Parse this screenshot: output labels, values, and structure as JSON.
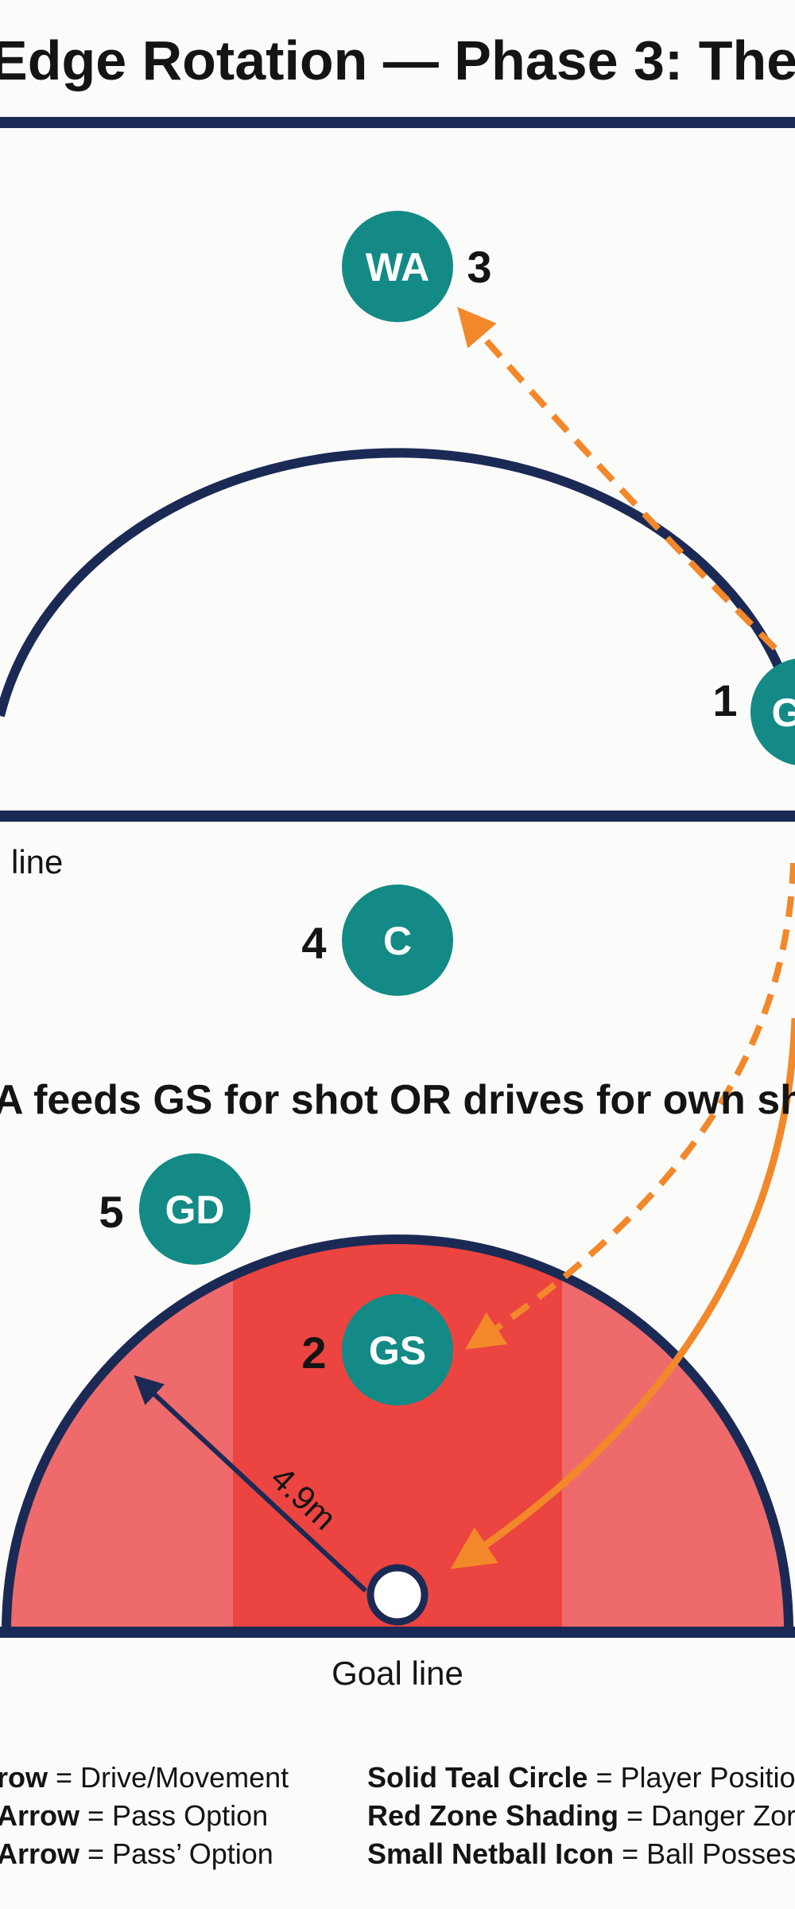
{
  "title": "Edge Rotation — Phase 3: The",
  "transverse_line_label": "line",
  "caption": "A feeds GS for shot OR drives for own sh",
  "measurement_label": "4.9m",
  "goal_line_label": "Goal line",
  "players": [
    {
      "role": "WA",
      "number": "3"
    },
    {
      "role": "G",
      "number": "1"
    },
    {
      "role": "C",
      "number": "4"
    },
    {
      "role": "GD",
      "number": "5"
    },
    {
      "role": "GS",
      "number": "2"
    }
  ],
  "legend": {
    "left": [
      {
        "key": "row",
        "desc": "= Drive/Movement"
      },
      {
        "key": "Arrow",
        "desc": "= Pass Option"
      },
      {
        "key": "Arrow",
        "desc": "= Pass’ Option"
      }
    ],
    "right": [
      {
        "key": "Solid Teal Circle",
        "desc": "= Player Positio"
      },
      {
        "key": "Red Zone Shading",
        "desc": "= Danger Zor"
      },
      {
        "key": "Small Netball Icon",
        "desc": "= Ball Posses"
      }
    ]
  },
  "colors": {
    "navy": "#1b2a55",
    "teal": "#138a86",
    "orange": "#f2882a",
    "red_center": "#ec4440",
    "red_side": "#ef6b6b"
  }
}
